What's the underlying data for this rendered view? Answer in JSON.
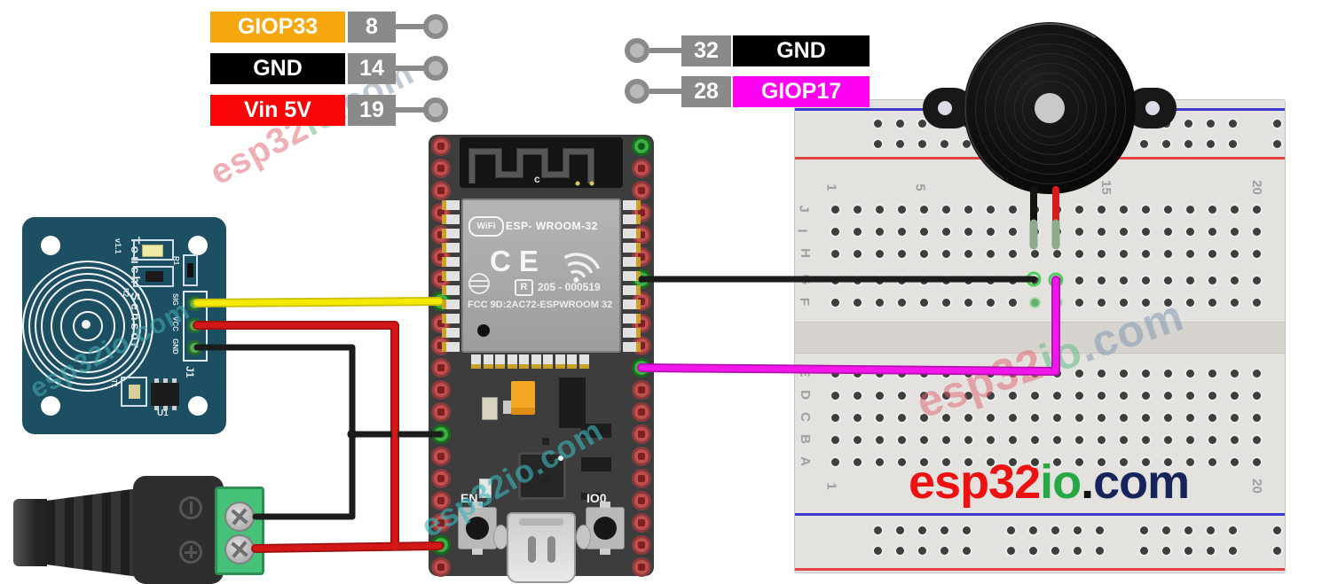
{
  "watermark": {
    "full": "esp32io.com",
    "text_esp32": "esp32",
    "text_io": "io",
    "text_dotcom": ".com"
  },
  "legend_left": {
    "pin_box_color": "#8a8a8a",
    "rows": [
      {
        "label": "GIOP33",
        "pin": "8",
        "color": "#F6A70D"
      },
      {
        "label": "GND",
        "pin": "14",
        "color": "#000000"
      },
      {
        "label": "Vin 5V",
        "pin": "19",
        "color": "#FA0505"
      }
    ]
  },
  "legend_right": {
    "pin_box_color": "#8a8a8a",
    "rows": [
      {
        "pin": "32",
        "label": "GND",
        "color": "#000000"
      },
      {
        "pin": "28",
        "label": "GIOP17",
        "color": "#FF00F2"
      }
    ]
  },
  "esp32_board": {
    "antenna_label": "c",
    "wifi_logo": "WiFi",
    "module_name": "ESP- WROOM-32",
    "ce_mark": "CE",
    "reg_mark": "R",
    "reg_number": "205 - 000519",
    "fcc_line": "FCC 9D:2AC72-ESPWROOM 32",
    "button_left": "EN",
    "button_right": "IO0"
  },
  "touch_sensor": {
    "title": "Touch Sensor",
    "version": "v1.1",
    "pin_labels": [
      "SIG",
      "VCC",
      "GND"
    ],
    "refs": {
      "header": "J1",
      "ic": "U1",
      "transistor": "T1",
      "resistor1": "R1",
      "resistor2": "R2"
    }
  },
  "breadboard": {
    "column_labels_top": [
      "1",
      "5",
      "15",
      "20"
    ],
    "column_labels_bottom": [
      "1",
      "20"
    ],
    "row_labels_top": [
      "J",
      "I",
      "H",
      "G",
      "F"
    ],
    "row_labels_bottom": [
      "E",
      "D",
      "C",
      "B",
      "A"
    ],
    "logo": {
      "esp32": "esp32",
      "io": "io",
      "dot": ".",
      "com": "com",
      "esp32_color": "#EE1111",
      "io_color": "#28A745",
      "dot_color": "#111111",
      "com_color": "#16245A"
    }
  },
  "wires": [
    {
      "name": "signal-wire",
      "color": "#F4E900",
      "outline": "#c9be00"
    },
    {
      "name": "vcc-wire",
      "color": "#D31616",
      "outline": "#9e1010"
    },
    {
      "name": "gnd-wire",
      "color": "#1c1c1c",
      "outline": "#000000"
    },
    {
      "name": "buzzer-gnd-wire",
      "color": "#1c1c1c",
      "outline": "#000000"
    },
    {
      "name": "buzzer-signal-wire",
      "color": "#F216EA",
      "outline": "#b312af"
    }
  ]
}
